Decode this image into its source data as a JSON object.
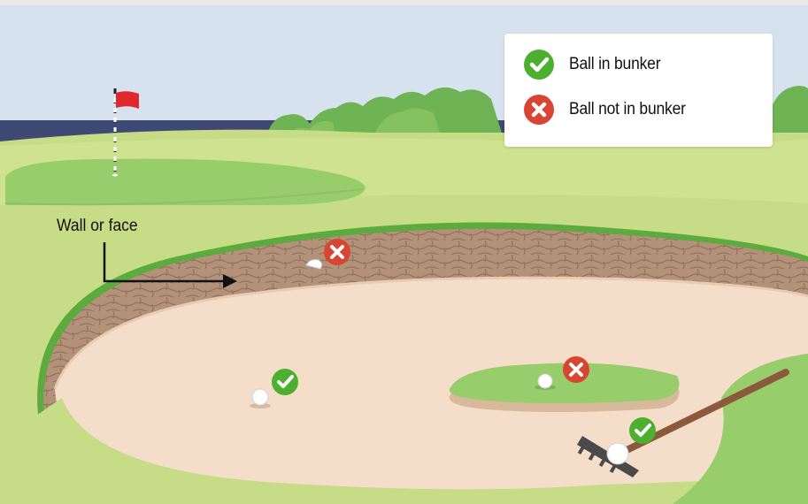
{
  "legend": {
    "in_bunker_label": "Ball in bunker",
    "in_bunker_icon": "check-icon",
    "in_bunker_color": "#4caf2f",
    "not_in_bunker_label": "Ball not in bunker",
    "not_in_bunker_icon": "x-icon",
    "not_in_bunker_color": "#d84532"
  },
  "callout": {
    "label": "Wall or face"
  },
  "colors": {
    "sky": "#d6e3ee",
    "water": "#3f4a74",
    "grass": "#c7dc86",
    "green_light": "#97cd6b",
    "bunker_wall": "#b39279",
    "sand": "#f5dec9",
    "flag": "#e0292e"
  }
}
